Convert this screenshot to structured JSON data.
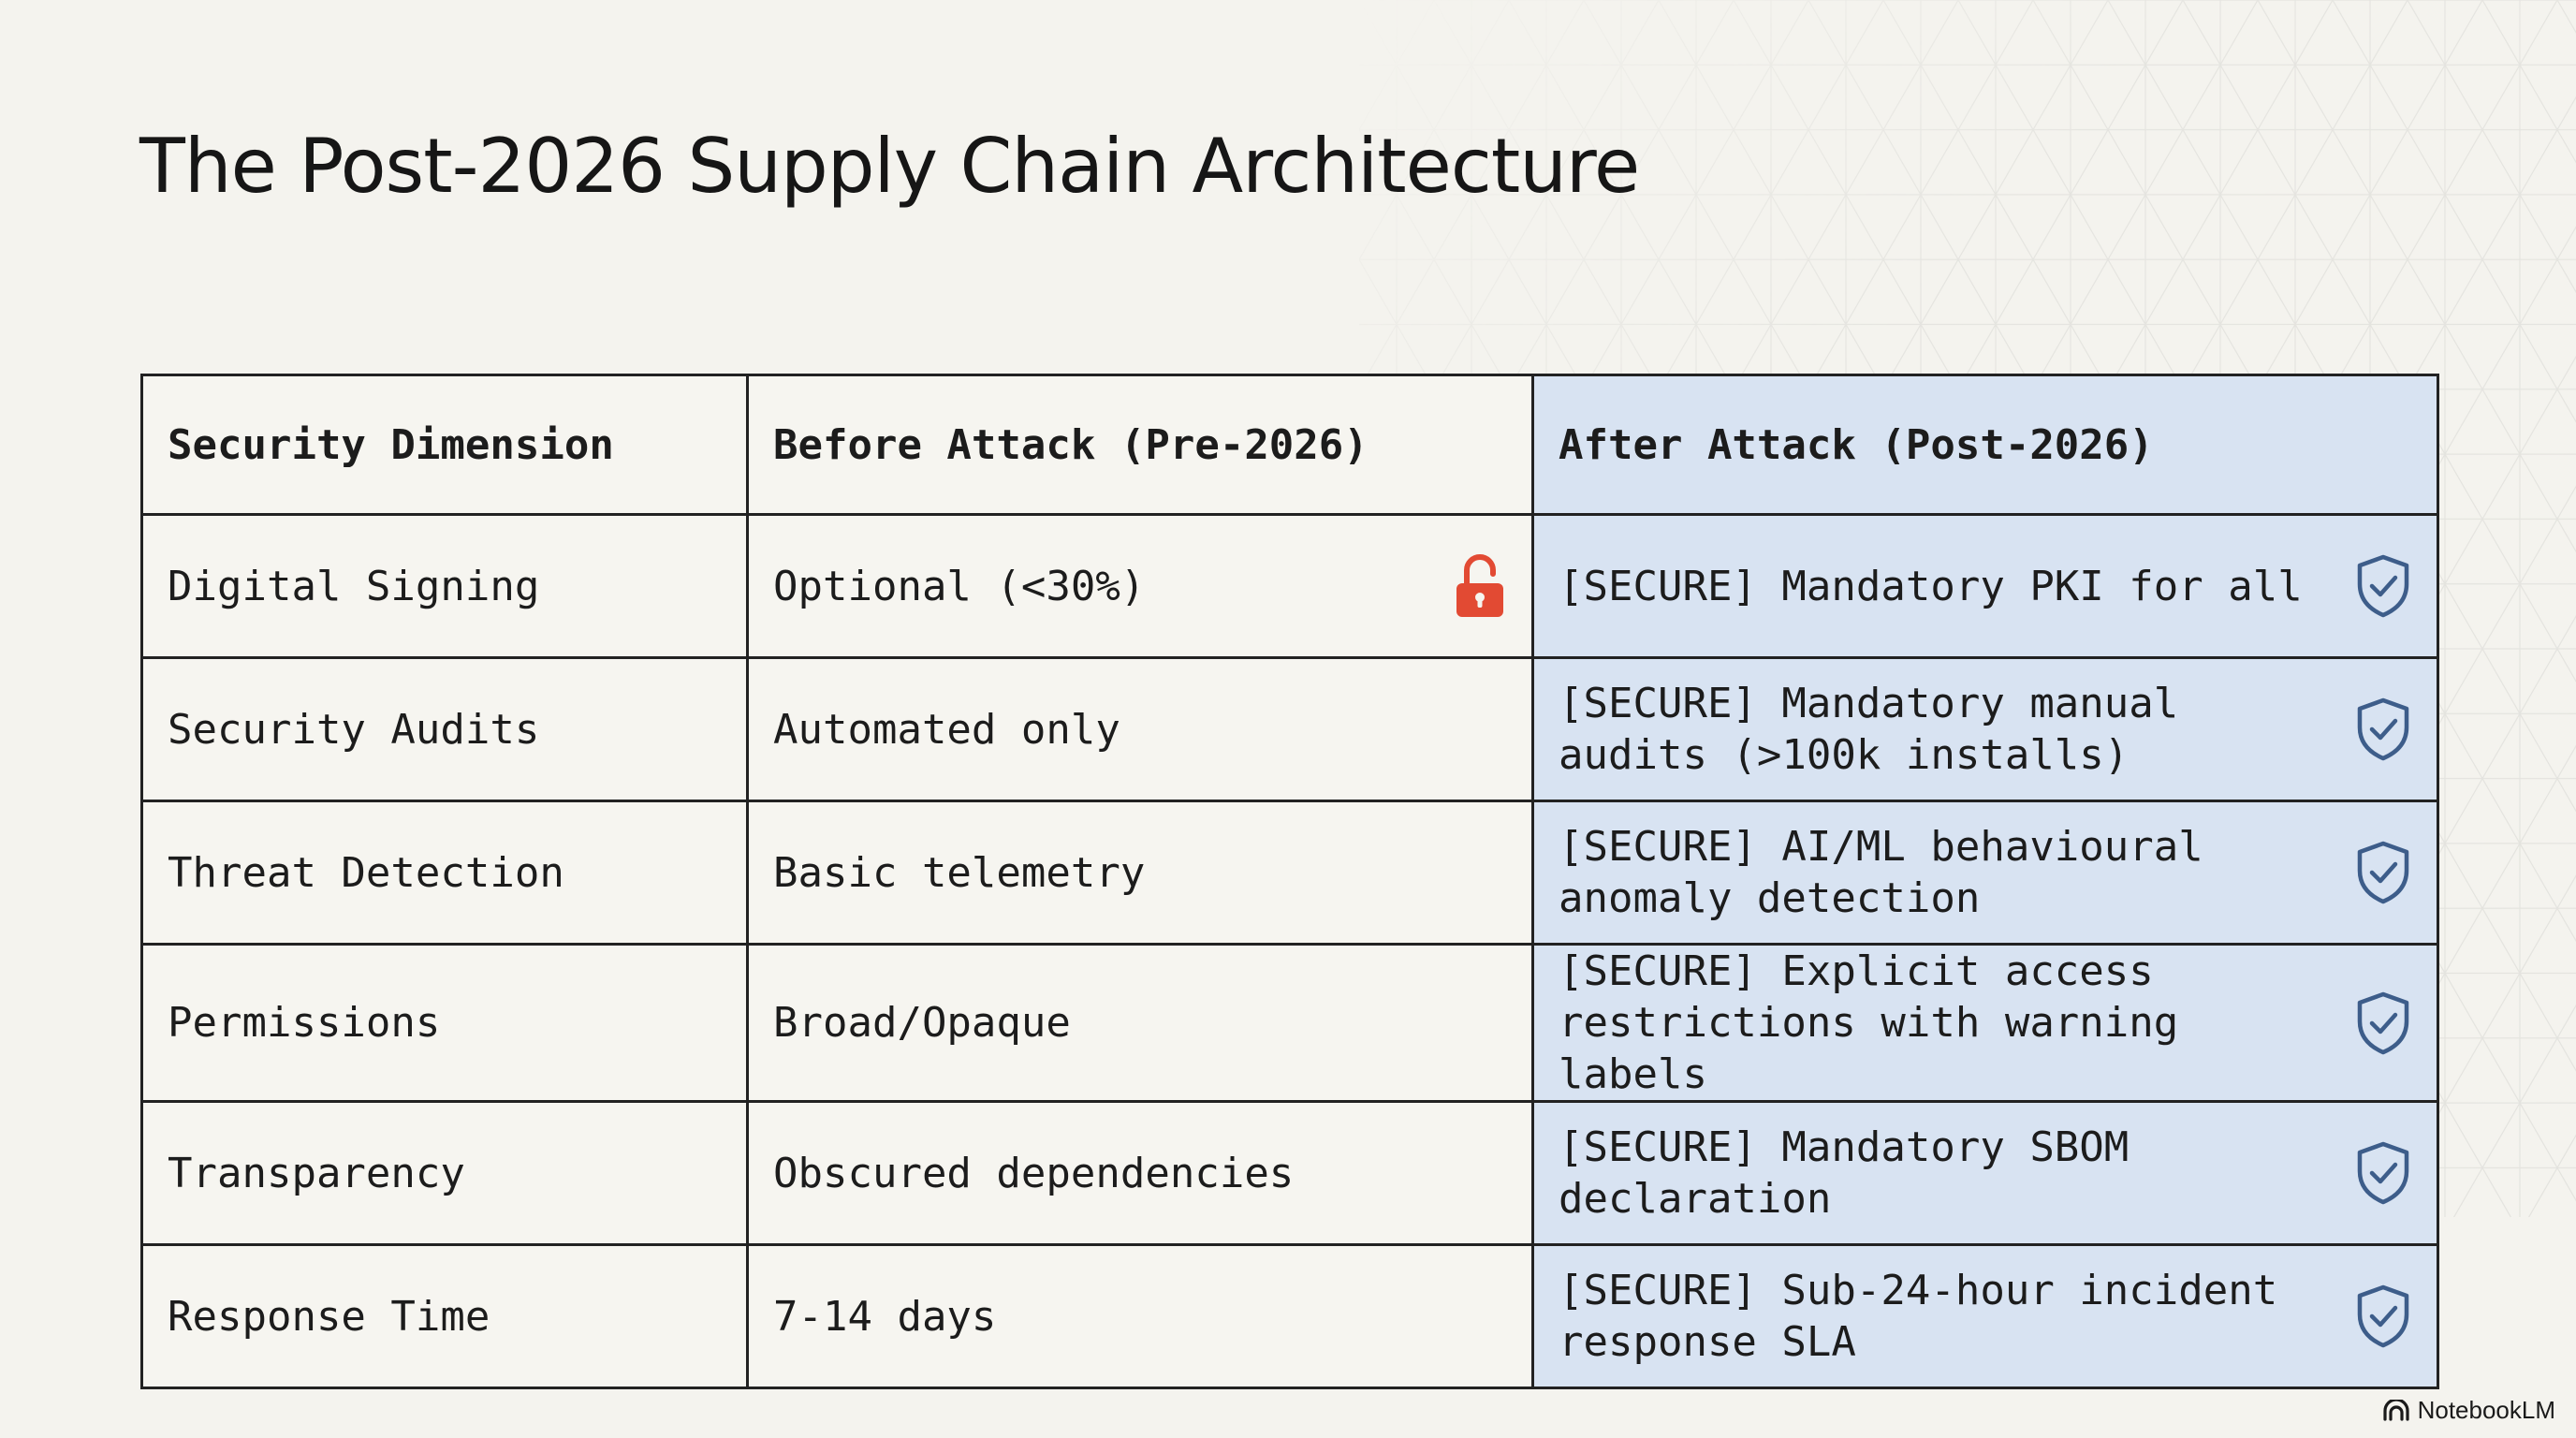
{
  "slide": {
    "title": "The Post-2026 Supply Chain Architecture"
  },
  "table": {
    "headers": [
      "Security Dimension",
      "Before Attack (Pre-2026)",
      "After Attack (Post-2026)"
    ],
    "rows": [
      {
        "dimension": "Digital Signing",
        "before": "Optional (<30%)",
        "before_icon": "unlocked-padlock-icon",
        "after": "[SECURE] Mandatory PKI for all",
        "after_icon": "shield-check-icon"
      },
      {
        "dimension": "Security Audits",
        "before": "Automated only",
        "after": "[SECURE] Mandatory manual audits (>100k installs)",
        "after_icon": "shield-check-icon"
      },
      {
        "dimension": "Threat Detection",
        "before": "Basic telemetry",
        "after": "[SECURE] AI/ML behavioural anomaly detection",
        "after_icon": "shield-check-icon"
      },
      {
        "dimension": "Permissions",
        "before": "Broad/Opaque",
        "after": "[SECURE] Explicit access restrictions with warning labels",
        "after_icon": "shield-check-icon"
      },
      {
        "dimension": "Transparency",
        "before": "Obscured dependencies",
        "after": "[SECURE] Mandatory SBOM declaration",
        "after_icon": "shield-check-icon"
      },
      {
        "dimension": "Response Time",
        "before": "7-14 days",
        "after": "[SECURE] Sub-24-hour incident response SLA",
        "after_icon": "shield-check-icon"
      }
    ]
  },
  "colors": {
    "after_column_bg": "#d8e3f2",
    "shield_icon": "#3d5d8a",
    "padlock_icon": "#e24a33"
  },
  "footer": {
    "brand": "NotebookLM",
    "brand_icon": "notebooklm-logo-icon"
  }
}
